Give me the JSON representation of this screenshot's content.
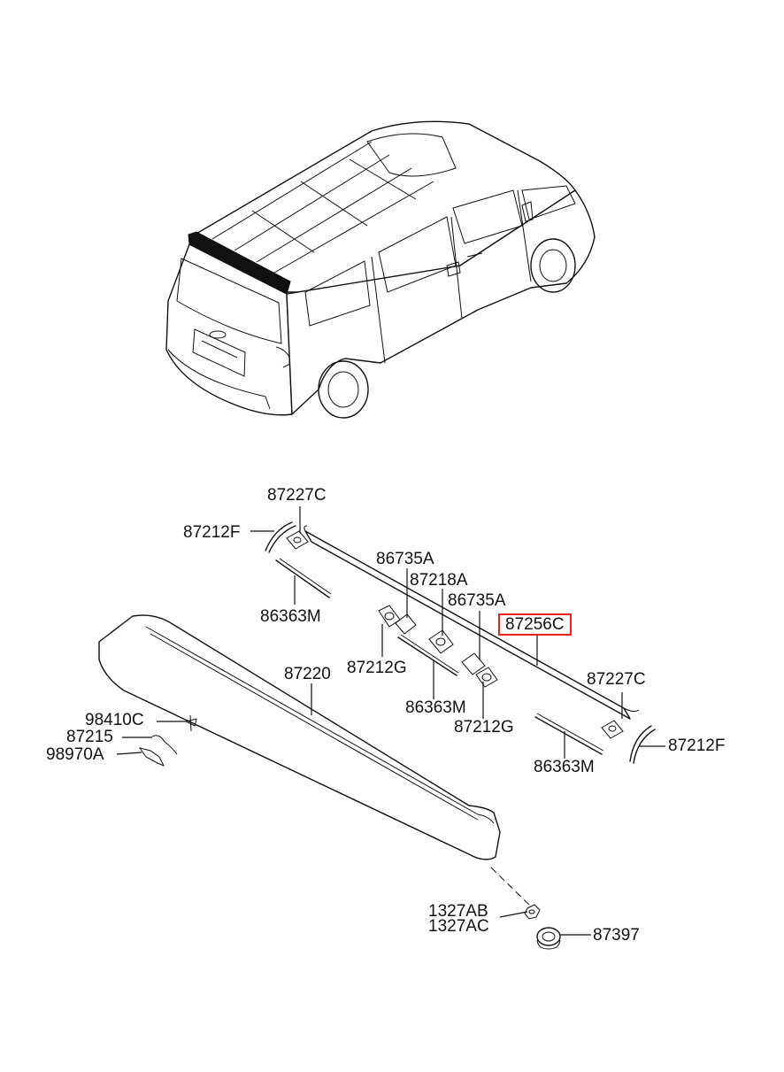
{
  "labels": {
    "l_87227c_top": "87227C",
    "l_87212f_left": "87212F",
    "l_86735a_1": "86735A",
    "l_87218a": "87218A",
    "l_86735a_2": "86735A",
    "l_87256c": "87256C",
    "l_86363m_left": "86363M",
    "l_87212g_1": "87212G",
    "l_87220": "87220",
    "l_86363m_mid": "86363M",
    "l_87227c_right": "87227C",
    "l_98410c": "98410C",
    "l_87215": "87215",
    "l_98970a": "98970A",
    "l_87212g_2": "87212G",
    "l_86363m_right": "86363M",
    "l_87212f_right": "87212F",
    "l_1327ab": "1327AB",
    "l_1327ac": "1327AC",
    "l_87397": "87397"
  },
  "colors": {
    "highlight": "#e8231f",
    "line": "#111111",
    "background": "#ffffff"
  }
}
